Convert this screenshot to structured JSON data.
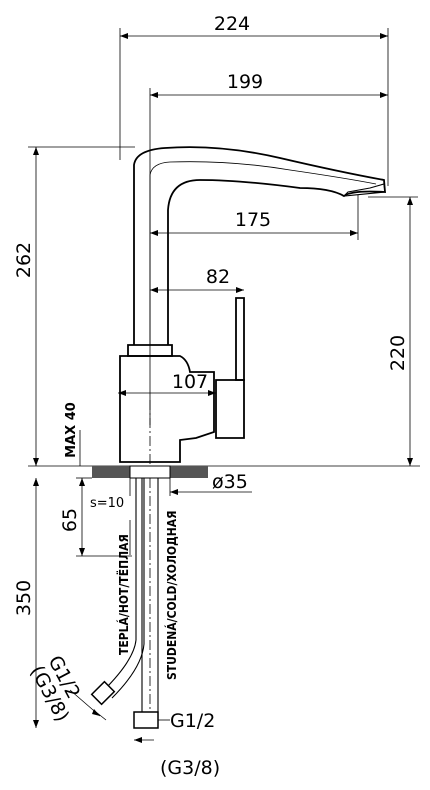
{
  "dimensions": {
    "total_width": "224",
    "spout_reach": "199",
    "spout_offset": "175",
    "lever_offset": "82",
    "body_width": "107",
    "total_height": "262",
    "spout_height": "220",
    "base_diameter": "ø35",
    "max_deck": "MAX 40",
    "hose_depth": "65",
    "hose_thickness": "s=10",
    "hose_length": "350"
  },
  "connections": {
    "thread_main": "G1/2",
    "thread_alt": "(G3/8)",
    "thread_main_left": "G1/2",
    "thread_alt_left": "(G3/8)"
  },
  "hose_labels": {
    "hot": "TEPLÁ/HOT/ТЁПЛАЯ",
    "cold": "STUDENÁ/COLD/ХОЛОДНАЯ"
  }
}
